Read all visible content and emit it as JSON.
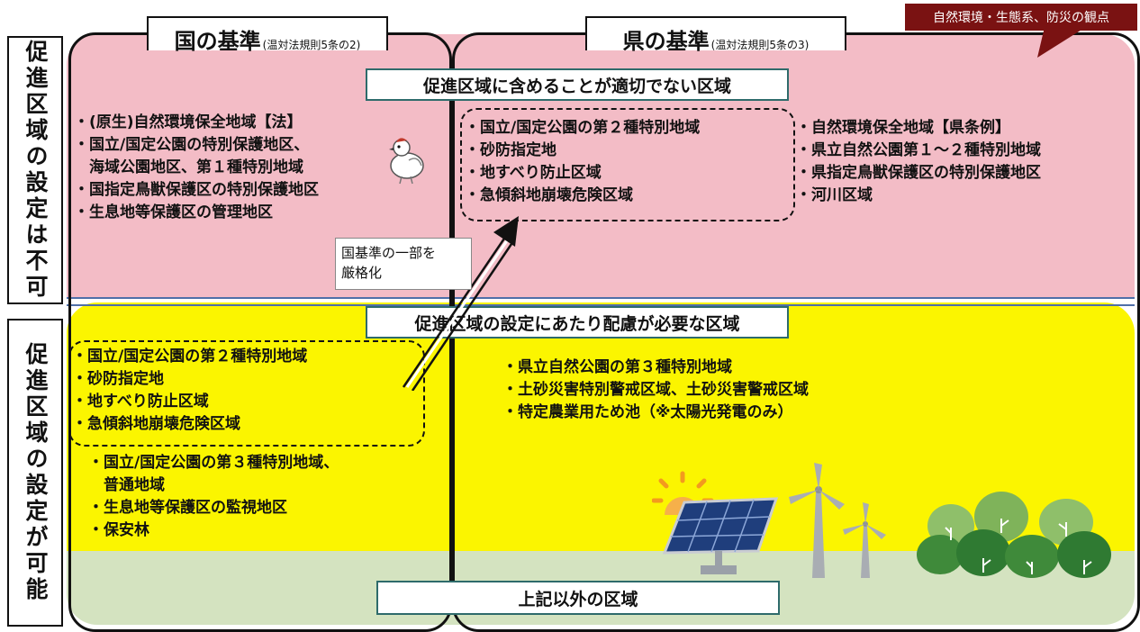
{
  "callout": "自然環境・生態系、防災の観点",
  "side_labels": {
    "top": "促進区域の設定は不可",
    "bottom": "促進区域の設定が可能"
  },
  "national": {
    "title": "国の基準",
    "subtitle": "(温対法規則5条の2)"
  },
  "prefecture": {
    "title": "県の基準",
    "subtitle": "(温対法規則5条の3)"
  },
  "band_labels": {
    "excluded": "促進区域に含めることが適切でない区域",
    "consideration": "促進区域の設定にあたり配慮が必要な区域",
    "other": "上記以外の区域"
  },
  "national_excluded": [
    "・(原生)自然環境保全地域【法】",
    "・国立/国定公園の特別保護地区、",
    "　海域公園地区、第１種特別地域",
    "・国指定鳥獣保護区の特別保護地区",
    "・生息地等保護区の管理地区"
  ],
  "prefecture_stricter": [
    "・国立/国定公園の第２種特別地域",
    "・砂防指定地",
    "・地すべり防止区域",
    "・急傾斜地崩壊危険区域"
  ],
  "prefecture_excluded": [
    "・自然環境保全地域【県条例】",
    "・県立自然公園第１～２種特別地域",
    "・県指定鳥獣保護区の特別保護地区",
    "・河川区域"
  ],
  "national_consideration_dashed": [
    "・国立/国定公園の第２種特別地域",
    "・砂防指定地",
    "・地すべり防止区域",
    "・急傾斜地崩壊危険区域"
  ],
  "national_consideration": [
    "・国立/国定公園の第３種特別地域、",
    "　普通地域",
    "・生息地等保護区の監視地区",
    "・保安林"
  ],
  "prefecture_consideration": [
    "・県立自然公園の第３種特別地域",
    "・土砂災害特別警戒区域、土砂災害警戒区域",
    "・特定農業用ため池（※太陽光発電のみ）"
  ],
  "arrow_note": [
    "国基準の一部を",
    "厳格化"
  ],
  "icons": [
    "bird-icon",
    "sun-icon",
    "solar-panel-icon",
    "wind-turbine-icon",
    "forest-icon"
  ],
  "colors": {
    "excluded_band": "#f3bcc6",
    "consideration_band": "#fbf500",
    "other_band": "#d4e3c0",
    "callout": "#7a1212"
  }
}
